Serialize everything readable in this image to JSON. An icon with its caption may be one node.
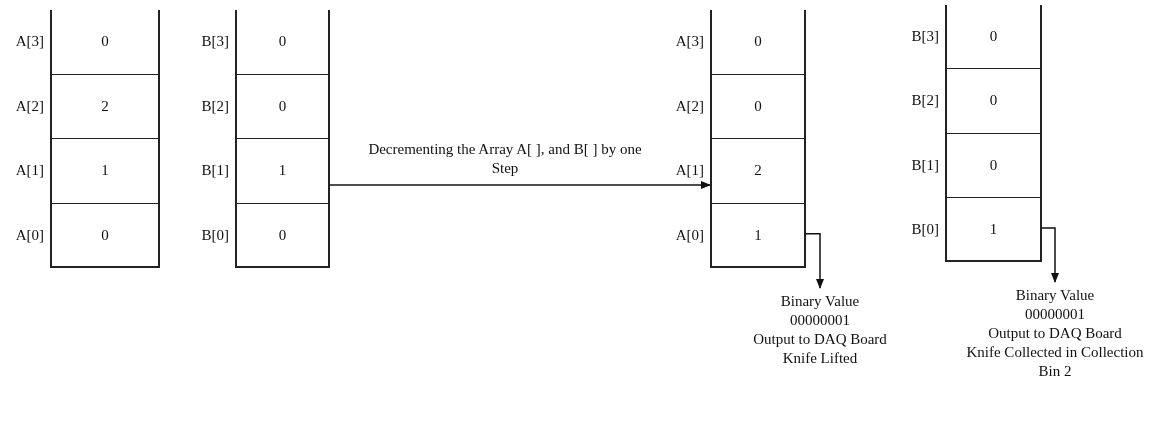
{
  "diagram": {
    "nodes": [
      {
        "text": [],
        "shape": "box"
      },
      {
        "text": [
          "0"
        ],
        "in": 0
      },
      {
        "text": [
          "2"
        ],
        "in": 0
      },
      {
        "text": [
          "1"
        ],
        "in": 0
      },
      {
        "text": [
          "0"
        ],
        "in": 0
      },
      {
        "text": [],
        "shape": "box"
      },
      {
        "text": [
          "0"
        ],
        "in": 5
      },
      {
        "text": [
          "0"
        ],
        "in": 5
      },
      {
        "text": [
          "1"
        ],
        "in": 5
      },
      {
        "text": [
          "0"
        ],
        "in": 5
      },
      {
        "text": [],
        "shape": "box"
      },
      {
        "text": [
          "0"
        ],
        "in": 10
      },
      {
        "text": [
          "0"
        ],
        "in": 10
      },
      {
        "text": [
          "2"
        ],
        "in": 10
      },
      {
        "text": [
          "1"
        ],
        "in": 10
      },
      {
        "text": [],
        "shape": "box"
      },
      {
        "text": [
          "0"
        ],
        "in": 15
      },
      {
        "text": [
          "0"
        ],
        "in": 15
      },
      {
        "text": [
          "0"
        ],
        "in": 15
      },
      {
        "text": [
          "1"
        ],
        "in": 15
      },
      {
        "text": [
          "Binary Value",
          "00000001",
          "Output to DAQ Board",
          "Knife Lifted"
        ]
      },
      {
        "text": [
          "Binary Value",
          "00000001",
          "Output to DAQ Board",
          "Knife Collected in Collection Bin 2"
        ]
      }
    ],
    "edges": [
      {
        "from": 5,
        "to": 10,
        "arrow": "to",
        "label": "Decrementing the Array A[ ], and B[ ] by one Step"
      },
      {
        "from": 14,
        "to": 20,
        "arrow": "to"
      },
      {
        "from": 19,
        "to": 21,
        "arrow": "to"
      }
    ],
    "labels": [
      "A[3]",
      "A[2]",
      "A[1]",
      "A[0]",
      "B[3]",
      "B[2]",
      "B[1]",
      "B[0]",
      "A[3]",
      "A[2]",
      "A[1]",
      "A[0]",
      "B[3]",
      "B[2]",
      "B[1]",
      "B[0]"
    ]
  }
}
